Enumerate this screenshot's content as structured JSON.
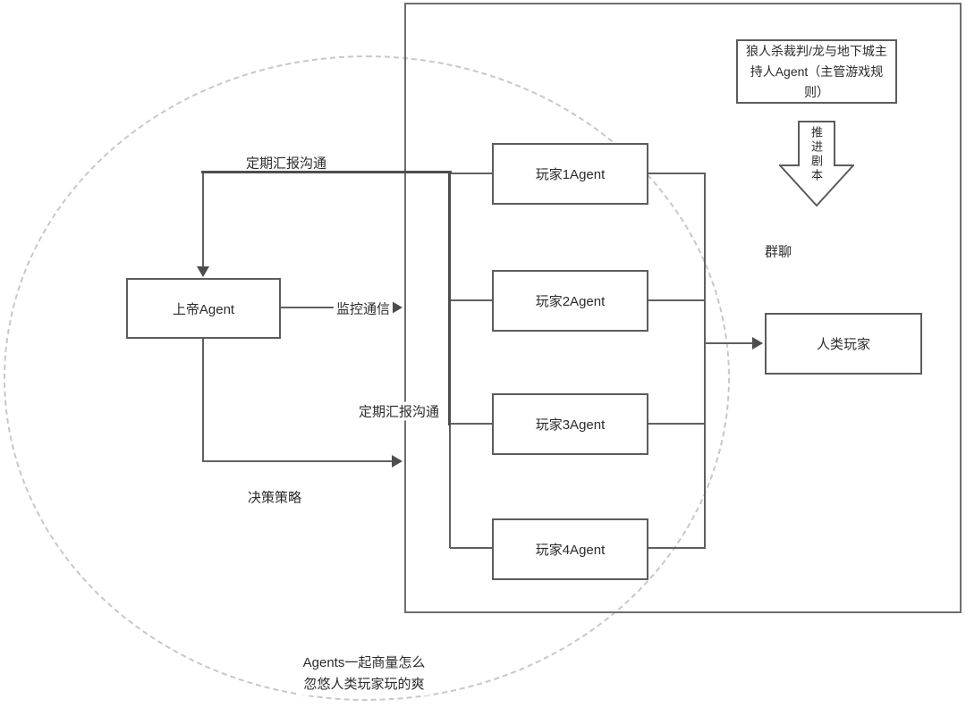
{
  "nodes": {
    "god": {
      "label": "上帝Agent"
    },
    "player1": {
      "label": "玩家1Agent"
    },
    "player2": {
      "label": "玩家2Agent"
    },
    "player3": {
      "label": "玩家3Agent"
    },
    "player4": {
      "label": "玩家4Agent"
    },
    "human": {
      "label": "人类玩家"
    },
    "referee": {
      "label": "狼人杀裁判/龙与地下城主持人Agent（主管游戏规则）"
    }
  },
  "edge_labels": {
    "report_top": "定期汇报沟通",
    "report_mid": "定期汇报沟通",
    "monitor": "监控通信",
    "strategy": "决策策略",
    "advance_script": "推进剧本",
    "group_chat": "群聊"
  },
  "note": {
    "line1": "Agents一起商量怎么",
    "line2": "忽悠人类玩家玩的爽"
  },
  "colors": {
    "line": "#606060",
    "thick_line": "#4d4d4d",
    "box_border": "#5c5c5c",
    "big_rect_border": "#6e6e6e",
    "dashed_circle": "#c8c8c8",
    "text": "#2b2b2b",
    "background": "#ffffff"
  }
}
